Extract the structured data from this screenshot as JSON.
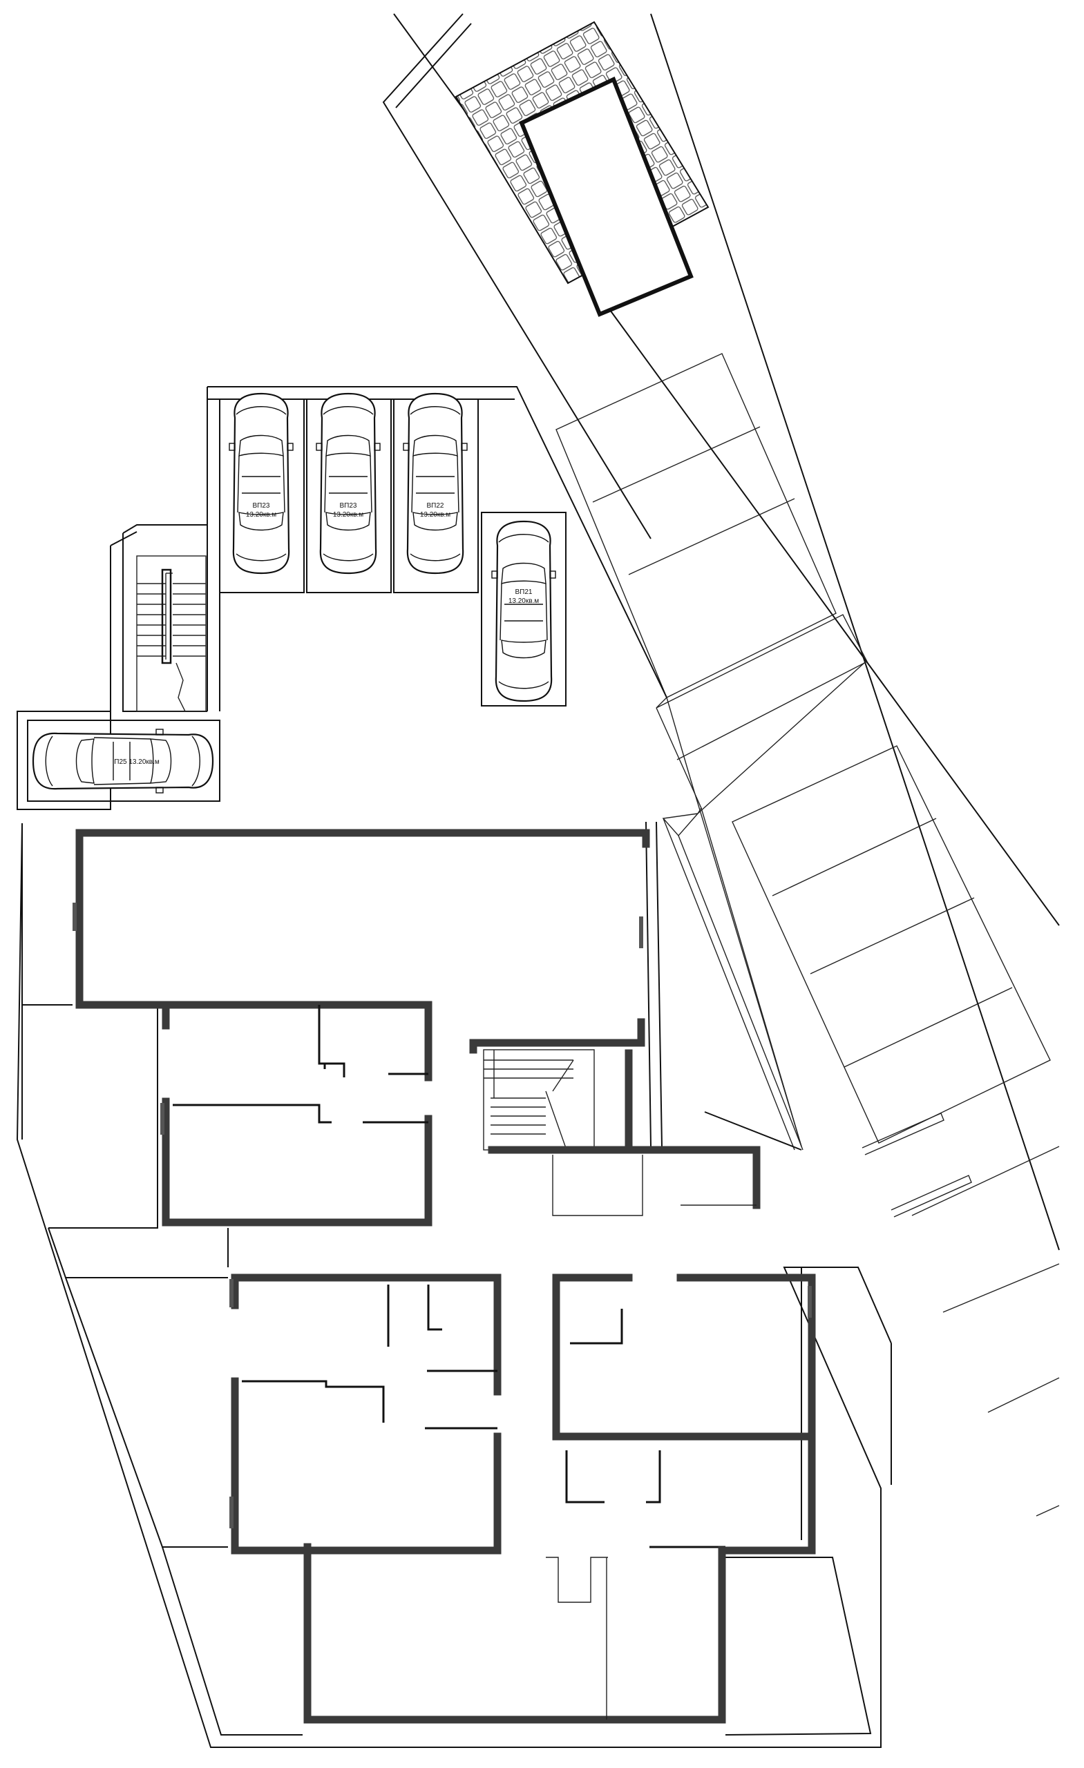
{
  "parking_spaces": [
    {
      "id": "spot-1",
      "code": "ВП23",
      "area": "13.20кв.м"
    },
    {
      "id": "spot-2",
      "code": "ВП23",
      "area": "13.20кв.м"
    },
    {
      "id": "spot-3",
      "code": "ВП22",
      "area": "13.20кв.м"
    },
    {
      "id": "spot-4",
      "code": "ВП21",
      "area": "13.20кв.м"
    },
    {
      "id": "spot-5",
      "code": "П25",
      "area": "13.20кв.м",
      "combined": "П25 13.20кв.м"
    }
  ],
  "colors": {
    "wall": "#3a3a3a",
    "line": "#111111",
    "background": "#ffffff"
  }
}
